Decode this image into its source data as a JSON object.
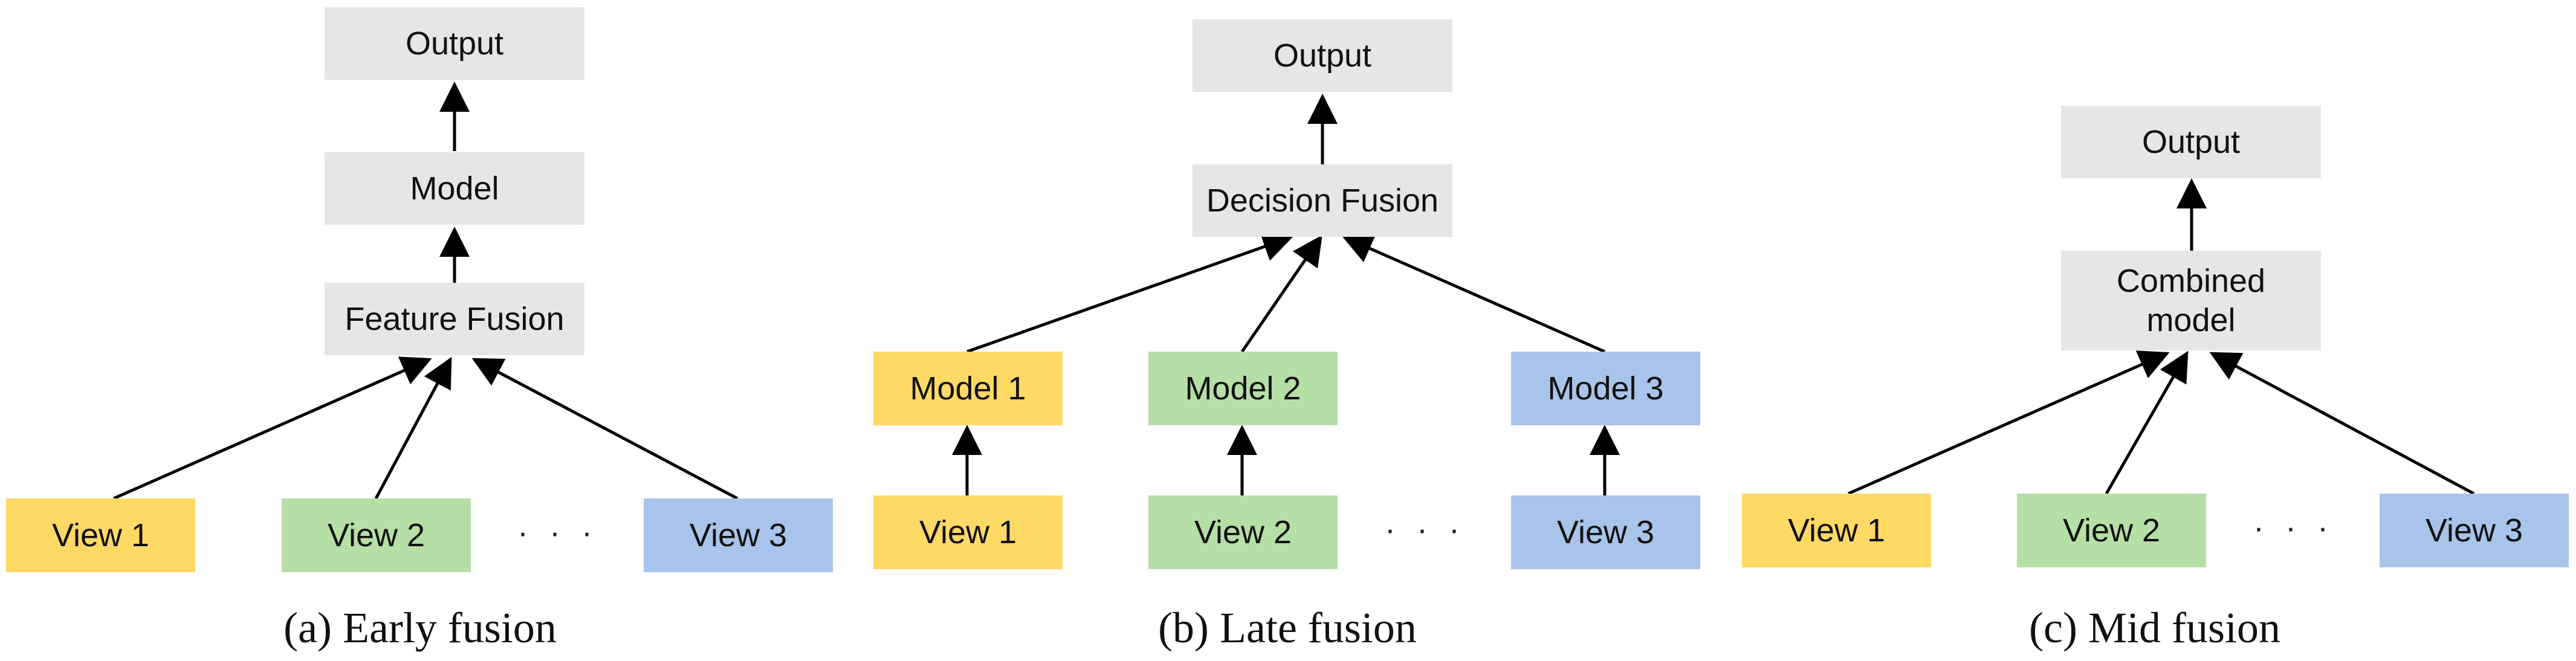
{
  "panel_a": {
    "caption": "(a) Early fusion",
    "output": "Output",
    "model": "Model",
    "fusion": "Feature Fusion",
    "view1": "View 1",
    "view2": "View 2",
    "dots": "· · ·",
    "view3": "View 3"
  },
  "panel_b": {
    "caption": "(b) Late fusion",
    "output": "Output",
    "fusion": "Decision Fusion",
    "model1": "Model 1",
    "model2": "Model 2",
    "model3": "Model 3",
    "view1": "View 1",
    "view2": "View 2",
    "dots": "· · ·",
    "view3": "View 3"
  },
  "panel_c": {
    "caption": "(c) Mid fusion",
    "output": "Output",
    "model_line1": "Combined",
    "model_line2": "model",
    "view1": "View 1",
    "view2": "View 2",
    "dots": "· · ·",
    "view3": "View 3"
  },
  "colors": {
    "gray": "#e6e6e6",
    "yellow": "#ffd966",
    "green": "#b6dfa6",
    "blue": "#a9c4ea",
    "arrow": "#000000"
  }
}
